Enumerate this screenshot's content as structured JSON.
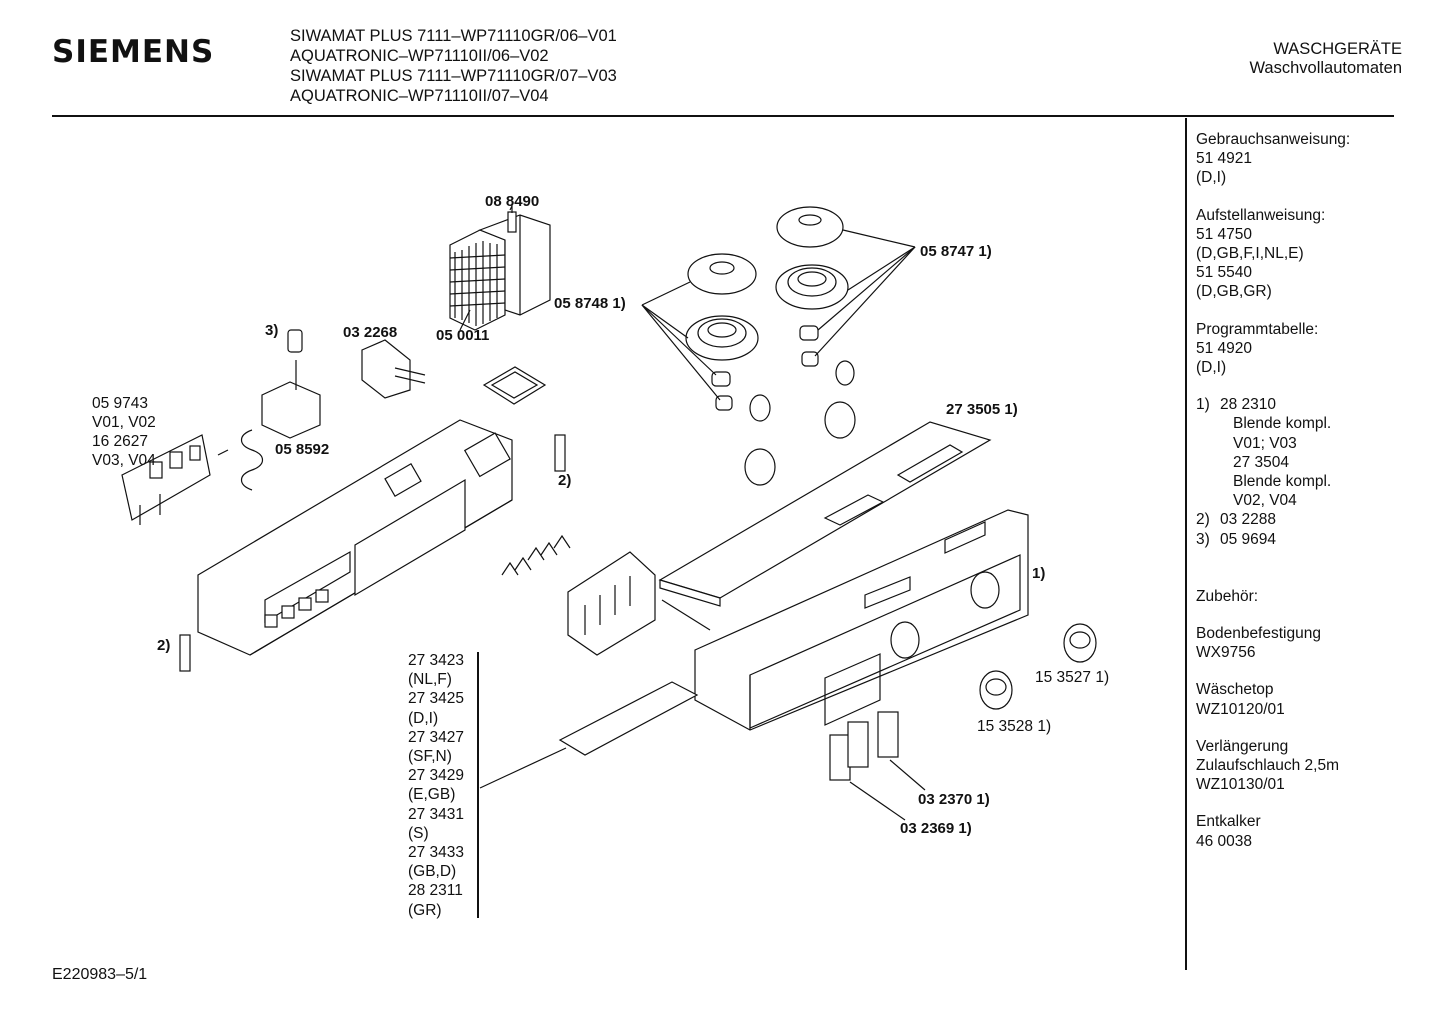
{
  "header": {
    "brand": "SIEMENS",
    "models": [
      "SIWAMAT PLUS 7111–WP71110GR/06–V01",
      "AQUATRONIC–WP71110II/06–V02",
      "SIWAMAT PLUS 7111–WP71110GR/07–V03",
      "AQUATRONIC–WP71110II/07–V04"
    ],
    "category": "WASCHGERÄTE",
    "subcategory": "Waschvollautomaten"
  },
  "sidebar": {
    "gebrauch": {
      "label": "Gebrauchsanweisung:",
      "lines": [
        "51 4921",
        "(D,I)"
      ]
    },
    "aufstell": {
      "label": "Aufstellanweisung:",
      "lines": [
        "51 4750",
        "(D,GB,F,I,NL,E)",
        "51 5540",
        "(D,GB,GR)"
      ]
    },
    "programm": {
      "label": "Programmtabelle:",
      "lines": [
        "51 4920",
        "(D,I)"
      ]
    },
    "footnotes": [
      {
        "num": "1)",
        "lines": [
          "28 2310",
          "Blende kompl.",
          "V01; V03",
          "27 3504",
          "Blende kompl.",
          "V02, V04"
        ]
      },
      {
        "num": "2)",
        "lines": [
          "03 2288"
        ]
      },
      {
        "num": "3)",
        "lines": [
          "05 9694"
        ]
      }
    ],
    "zubehoer": {
      "label": "Zubehör:"
    },
    "boden": {
      "label": "Bodenbefestigung",
      "lines": [
        "WX9756"
      ]
    },
    "waeschetop": {
      "label": "Wäschetop",
      "lines": [
        "WZ10120/01"
      ]
    },
    "verlaengerung": {
      "label": "Verlängerung",
      "lines": [
        "Zulaufschlauch 2,5m",
        "WZ10130/01"
      ]
    },
    "entkalker": {
      "label": "Entkalker",
      "lines": [
        "46 0038"
      ]
    }
  },
  "parts": {
    "p088490": "08 8490",
    "p050011": "05 0011",
    "p058748": "05 8748 1)",
    "p058747": "05 8747 1)",
    "p032268": "03 2268",
    "note3": "3)",
    "p059743": "05 9743",
    "v0102": "V01, V02",
    "p162627": "16 2627",
    "v0304": "V03, V04",
    "p058592": "05 8592",
    "note2a": "2)",
    "note2b": "2)",
    "p273505": "27 3505 1)",
    "note1": "1)",
    "p153527": "15 3527 1)",
    "p153528": "15 3528 1)",
    "p032370": "03 2370 1)",
    "p032369": "03 2369 1)"
  },
  "panel_list": [
    "27 3423",
    "(NL,F)",
    "27 3425",
    "(D,I)",
    "27 3427",
    "(SF,N)",
    "27 3429",
    "(E,GB)",
    "27 3431",
    "(S)",
    "27 3433",
    "(GB,D)",
    "28 2311",
    "(GR)"
  ],
  "footer": {
    "code": "E220983–5/1"
  }
}
